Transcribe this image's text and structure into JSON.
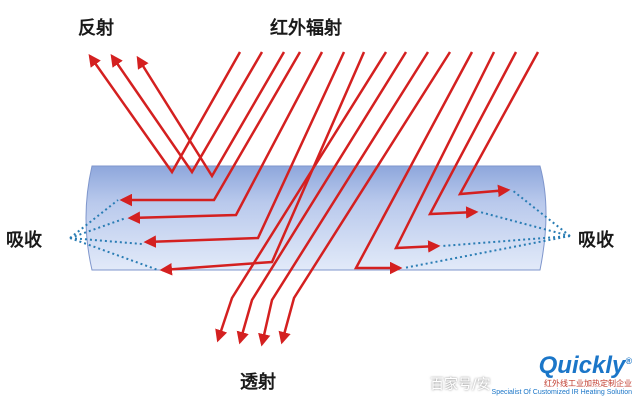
{
  "labels": {
    "reflection": "反射",
    "infrared_radiation": "红外辐射",
    "absorption_left": "吸收",
    "absorption_right": "吸收",
    "transmission": "透射"
  },
  "watermark": "百家号/安",
  "brand": {
    "name": "Quickly",
    "registered": "®",
    "tagline_cn": "红外线工业加热定制企业",
    "tagline_en": "Specialist Of Customized IR Heating Solution"
  },
  "colors": {
    "arrow": "#d42020",
    "slab_top": "#8ea7dc",
    "slab_bottom": "#dce6f8",
    "dots": "#2a7db4",
    "brand": "#1b76c8"
  }
}
